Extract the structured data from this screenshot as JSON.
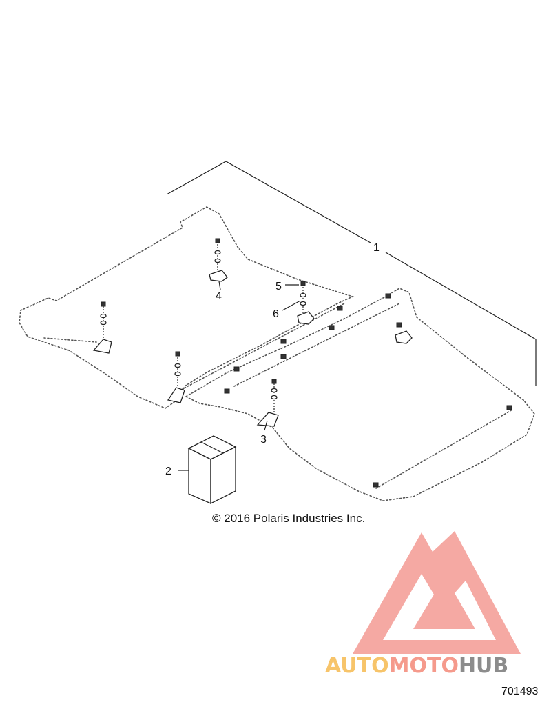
{
  "diagram": {
    "callouts": [
      "1",
      "2",
      "3",
      "4",
      "5",
      "6"
    ],
    "copyright": "© 2016 Polaris Industries Inc.",
    "part_number": "701493"
  },
  "watermark": {
    "word_parts": [
      "AUTO",
      "MOTO",
      "HUB"
    ],
    "colors": {
      "logo": "#f4a09a",
      "auto": "#f7c46a",
      "moto": "#f59a8c",
      "hub": "#8c8c8c"
    }
  }
}
